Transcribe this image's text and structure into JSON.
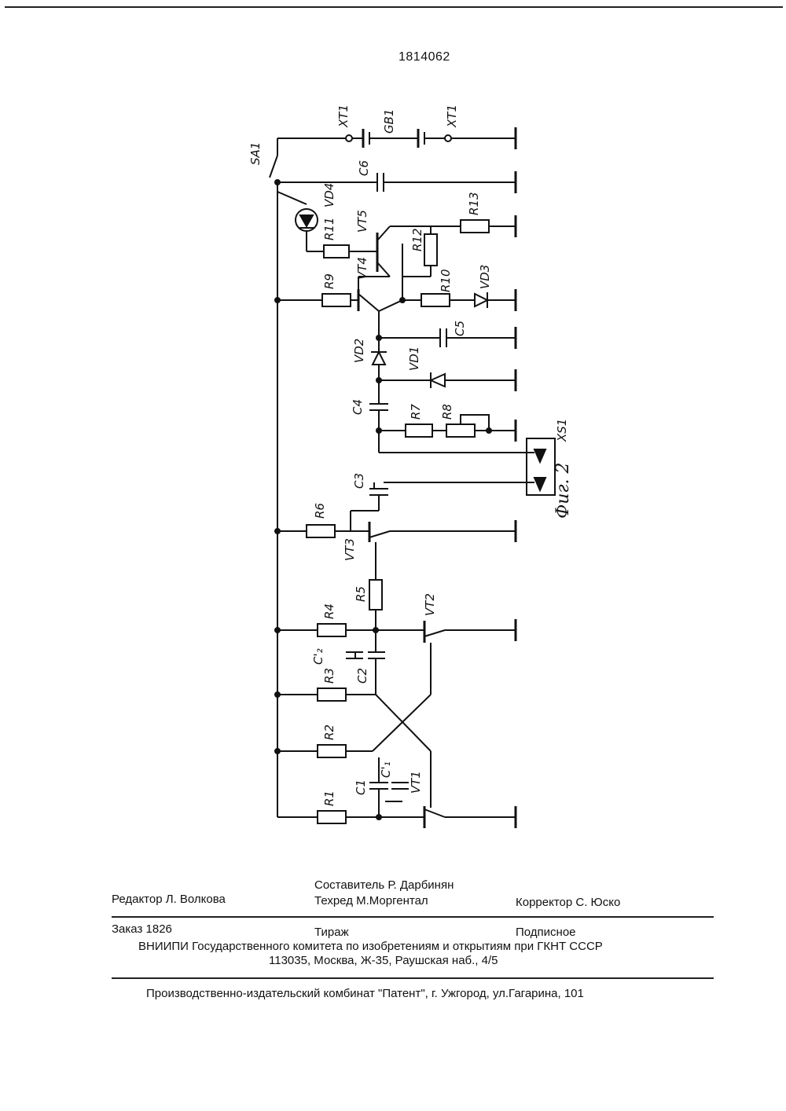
{
  "document": {
    "number": "1814062"
  },
  "schematic": {
    "figure_caption": "Фиг. 2",
    "labels": {
      "SA1": "SA1",
      "XT1a": "XT1",
      "GB1": "GB1",
      "XT1b": "XT1",
      "C6": "C6",
      "R13": "R13",
      "R11": "R11",
      "VD4": "VD4",
      "VT5": "VT5",
      "R12": "R12",
      "R9": "R9",
      "VT4": "VT4",
      "R10": "R10",
      "VD3": "VD3",
      "VD2": "VD2",
      "C5": "C5",
      "VD1": "VD1",
      "C4": "C4",
      "R7": "R7",
      "R8": "R8",
      "XS1": "XS1",
      "C3": "C3",
      "R6": "R6",
      "VT3": "VT3",
      "R5": "R5",
      "R4": "R4",
      "VT2": "VT2",
      "C2p": "C'₂",
      "C2": "C2",
      "R3": "R3",
      "R2": "R2",
      "C1": "C1",
      "C1p": "C'₁",
      "VT1": "VT1",
      "R1": "R1"
    }
  },
  "imprint": {
    "editor": "Редактор Л. Волкова",
    "compiler": "Составитель Р. Дарбинян",
    "techred": "Техред М.Моргентал",
    "corrector": "Корректор С. Юско",
    "order": "Заказ 1826",
    "circulation": "Тираж",
    "subscription": "Подписное",
    "institution": "ВНИИПИ Государственного комитета по изобретениям и открытиям при ГКНТ СССР",
    "address": "113035, Москва, Ж-35, Раушская наб., 4/5",
    "publisher": "Производственно-издательский комбинат \"Патент\", г. Ужгород, ул.Гагарина, 101"
  }
}
